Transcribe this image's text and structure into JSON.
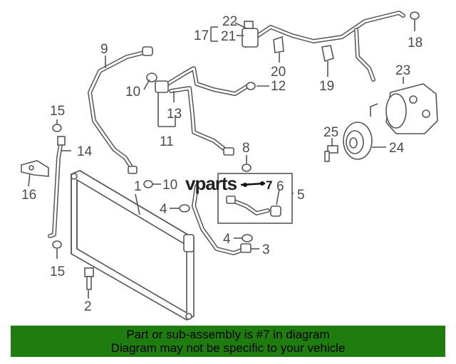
{
  "callouts": {
    "c1": "1",
    "c2": "2",
    "c3": "3",
    "c4a": "4",
    "c4b": "4",
    "c5": "5",
    "c6": "6",
    "c7": "7",
    "c8": "8",
    "c9": "9",
    "c10a": "10",
    "c10b": "10",
    "c11": "11",
    "c12": "12",
    "c13": "13",
    "c14": "14",
    "c15a": "15",
    "c15b": "15",
    "c16": "16",
    "c17": "17",
    "c18": "18",
    "c19": "19",
    "c20": "20",
    "c21": "21",
    "c22": "22",
    "c23": "23",
    "c24": "24",
    "c25": "25"
  },
  "watermark": "vparts",
  "highlighted_part": "7",
  "colors": {
    "banner": "#1e7d0e",
    "highlight": "#111111"
  },
  "footer": {
    "line1": "Part or sub-assembly is #7 in diagram",
    "line2": "Diagram may not be specific to your vehicle"
  }
}
